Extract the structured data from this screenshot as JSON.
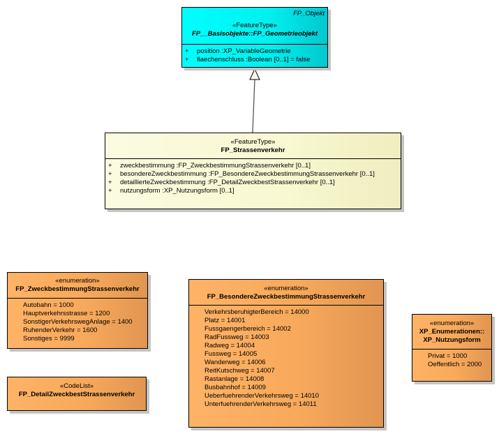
{
  "diagram": {
    "classes": {
      "geometrieobjekt": {
        "abstract_label": "FP_Objekt",
        "stereotype": "«FeatureType»",
        "name": "FP__Basisobjekte::FP_Geometrieobjekt",
        "attributes": [
          {
            "visibility": "+",
            "text": "position  :XP_VariableGeometrie"
          },
          {
            "visibility": "+",
            "text": "flaechenschluss  :Boolean [0..1] = false"
          }
        ],
        "color": "#00ffff"
      },
      "strassenverkehr": {
        "stereotype": "«FeatureType»",
        "name": "FP_Strassenverkehr",
        "attributes": [
          {
            "visibility": "+",
            "text": "zweckbestimmung  :FP_ZweckbestimmungStrassenverkehr [0..1]"
          },
          {
            "visibility": "+",
            "text": "besondereZweckbestimmung  :FP_BesondereZweckbestimmungStrassenverkehr [0..1]"
          },
          {
            "visibility": "+",
            "text": "detaillierteZweckbestimmung  :FP_DetailZweckbestStrassenverkehr [0..1]"
          },
          {
            "visibility": "+",
            "text": "nutzungsform  :XP_Nutzungsform [0..1]"
          }
        ],
        "color": "#f8f8d2"
      },
      "zweckbestimmung_enum": {
        "stereotype": "«enumeration»",
        "name": "FP_ZweckbestimmungStrassenverkehr",
        "literals": [
          "Autobahn = 1000",
          "Hauptverkehrsstrasse = 1200",
          "SonstigerVerkehrswegAnlage = 1400",
          "RuhenderVerkehr = 1600",
          "Sonstiges = 9999"
        ],
        "color": "#ffb366"
      },
      "detail_codelist": {
        "stereotype": "«CodeList»",
        "name": "FP_DetailZweckbestStrassenverkehr",
        "color": "#ffb366"
      },
      "besondere_enum": {
        "stereotype": "«enumeration»",
        "name": "FP_BesondereZweckbestimmungStrassenverkehr",
        "literals": [
          "VerkehrsberuhigterBereich = 14000",
          "Platz = 14001",
          "Fussgaengerbereich = 14002",
          "RadFussweg = 14003",
          "Radweg = 14004",
          "Fussweg = 14005",
          "Wanderweg = 14006",
          "ReitKutschweg = 14007",
          "Rastanlage = 14008",
          "Busbahnhof = 14009",
          "UeberfuehrenderVerkehrsweg = 14010",
          "UnterfuehrenderVerkehrsweg = 14011"
        ],
        "color": "#ffb366"
      },
      "nutzungsform_enum": {
        "stereotype": "«enumeration»",
        "name_line1": "XP_Enumerationen::",
        "name_line2": "XP_Nutzungsform",
        "literals": [
          "Privat = 1000",
          "Oeffentlich = 2000"
        ],
        "color": "#ffb366"
      }
    },
    "relations": [
      {
        "type": "generalization",
        "from": "FP_Strassenverkehr",
        "to": "FP__Basisobjekte::FP_Geometrieobjekt"
      }
    ]
  }
}
